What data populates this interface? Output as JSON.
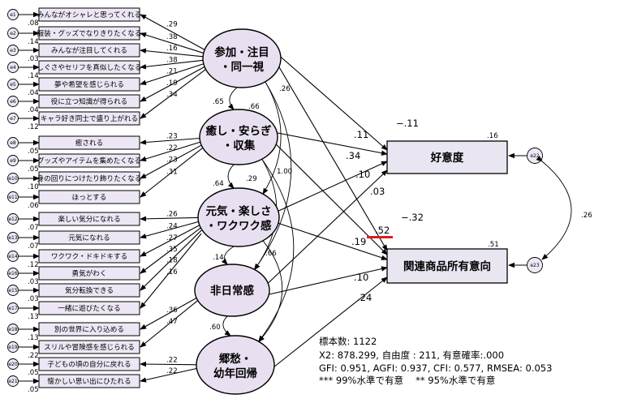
{
  "indicators": [
    {
      "err": "e1",
      "label": "みんながオシャレと思ってくれる",
      "r2": ".08",
      "load": ".29"
    },
    {
      "err": "e2",
      "label": "服装・グッズでなりきりたくなる",
      "r2": ".14",
      "load": ".38"
    },
    {
      "err": "e3",
      "label": "みんなが注目してくれる",
      "r2": ".03",
      "load": ".16"
    },
    {
      "err": "e4",
      "label": "しぐさやセリフを真似したくなる",
      "r2": ".14",
      "load": ".38"
    },
    {
      "err": "e5",
      "label": "夢や希望を感じられる",
      "r2": ".04",
      "load": ".21"
    },
    {
      "err": "e6",
      "label": "役に立つ知識が得られる",
      "r2": ".04",
      "load": ".19"
    },
    {
      "err": "e7",
      "label": "キャラ好き同士で盛り上がれる",
      "r2": ".12",
      "load": ".34"
    },
    {
      "err": "e8",
      "label": "癒される",
      "r2": ".05",
      "load": ".23"
    },
    {
      "err": "e9",
      "label": "グッズやアイテムを集めたくなる",
      "r2": ".05",
      "load": ".22"
    },
    {
      "err": "e10",
      "label": "身の回りにつけたり飾りたくなる",
      "r2": ".10",
      "load": ".23"
    },
    {
      "err": "e11",
      "label": "ほっとする",
      "r2": ".06",
      "load": ".31"
    },
    {
      "err": "e12",
      "label": "楽しい気分になれる",
      "r2": ".07",
      "load": ".26"
    },
    {
      "err": "e13",
      "label": "元気になれる",
      "r2": ".07",
      "load": ".24"
    },
    {
      "err": "e14",
      "label": "ワクワク・ドキドキする",
      "r2": ".12",
      "load": ".27"
    },
    {
      "err": "e16",
      "label": "勇気がわく",
      "r2": ".03",
      "load": ".35"
    },
    {
      "err": "e15",
      "label": "気分転換できる",
      "r2": ".03",
      "load": ".18"
    },
    {
      "err": "e17",
      "label": "一緒に遊びたくなる",
      "r2": ".13",
      "load": ".16"
    },
    {
      "err": "e18",
      "label": "別の世界に入り込める",
      "r2": ".13",
      "load": ".36"
    },
    {
      "err": "e19",
      "label": "スリルや冒険感を感じられる",
      "r2": ".22",
      "load": ".47"
    },
    {
      "err": "e20",
      "label": "子どもの頃の自分に戻れる",
      "r2": ".05",
      "load": ".22"
    },
    {
      "err": "e21",
      "label": "懐かしい思い出にひたれる",
      "r2": ".05",
      "load": ".22"
    }
  ],
  "latents": [
    {
      "id": "L1",
      "line1": "参加・注目",
      "line2": "・同一視"
    },
    {
      "id": "L2",
      "line1": "癒し・安らぎ",
      "line2": "・収集"
    },
    {
      "id": "L3",
      "line1": "元気・楽しさ",
      "line2": "・ワクワク感"
    },
    {
      "id": "L4",
      "line1": "非日常感",
      "line2": ""
    },
    {
      "id": "L5",
      "line1": "郷愁・",
      "line2": "幼年回帰"
    }
  ],
  "outcomes": [
    {
      "id": "O1",
      "label": "好意度",
      "r2": ".16",
      "err": "e22"
    },
    {
      "id": "O2",
      "label": "関連商品所有意向",
      "r2": ".51",
      "err": "e23"
    }
  ],
  "correlations": [
    ".65",
    ".66",
    ".26",
    ".64",
    ".29",
    ".14",
    ".60",
    "1.00",
    ".66"
  ],
  "structural": {
    "L1_O1": ".11",
    "L1_O2": "−.11",
    "L2_O1": ".34",
    "L2_O2": ".03",
    "L3_O1": ".10",
    "L3_O2": ".52",
    "L4_O1": ".19",
    "L4_O2": ".10",
    "L5_O2": ".24",
    "L3_O2_b": "−.32",
    "e22_e23": ".26"
  },
  "stats": {
    "line1": "標本数: 1122",
    "line2": "X2: 878.299, 自由度 : 211, 有意確率:.000",
    "line3": "GFI: 0.951, AGFI: 0.937, CFI: 0.577, RMSEA: 0.053",
    "line4": "*** 99%水準で有意　 ** 95%水準で有意"
  },
  "colors": {
    "latent_fill": "#e8e0f0",
    "box_fill": "#ede6f4",
    "highlight": "#d42020"
  }
}
